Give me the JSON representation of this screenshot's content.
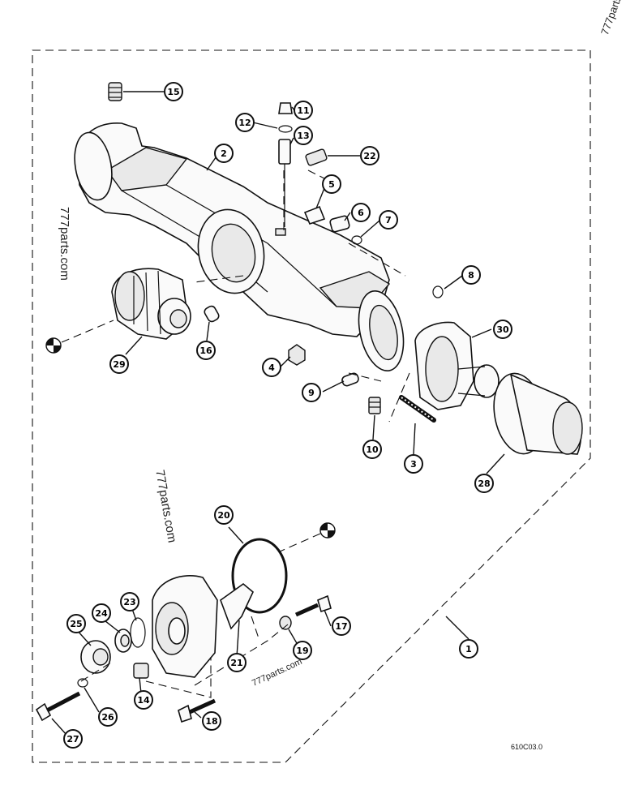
{
  "watermarks": {
    "corner": "777parts",
    "left": "777parts.com",
    "middle": "777parts.com",
    "bottom": "777parts.com"
  },
  "drawing_code": "610C03.0",
  "callouts": [
    {
      "id": "c1",
      "label": "1"
    },
    {
      "id": "c2",
      "label": "2"
    },
    {
      "id": "c3",
      "label": "3"
    },
    {
      "id": "c4",
      "label": "4"
    },
    {
      "id": "c5",
      "label": "5"
    },
    {
      "id": "c6",
      "label": "6"
    },
    {
      "id": "c7",
      "label": "7"
    },
    {
      "id": "c8",
      "label": "8"
    },
    {
      "id": "c9",
      "label": "9"
    },
    {
      "id": "c10",
      "label": "10"
    },
    {
      "id": "c11",
      "label": "11"
    },
    {
      "id": "c12",
      "label": "12"
    },
    {
      "id": "c13",
      "label": "13"
    },
    {
      "id": "c14",
      "label": "14"
    },
    {
      "id": "c15",
      "label": "15"
    },
    {
      "id": "c16",
      "label": "16"
    },
    {
      "id": "c17",
      "label": "17"
    },
    {
      "id": "c18",
      "label": "18"
    },
    {
      "id": "c19",
      "label": "19"
    },
    {
      "id": "c20",
      "label": "20"
    },
    {
      "id": "c21",
      "label": "21"
    },
    {
      "id": "c22",
      "label": "22"
    },
    {
      "id": "c23",
      "label": "23"
    },
    {
      "id": "c24",
      "label": "24"
    },
    {
      "id": "c25",
      "label": "25"
    },
    {
      "id": "c26",
      "label": "26"
    },
    {
      "id": "c27",
      "label": "27"
    },
    {
      "id": "c28",
      "label": "28"
    },
    {
      "id": "c29",
      "label": "29"
    },
    {
      "id": "c30",
      "label": "30"
    }
  ]
}
